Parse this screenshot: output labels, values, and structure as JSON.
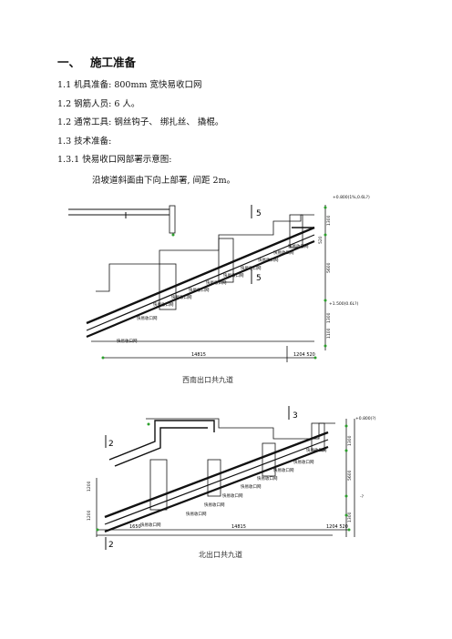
{
  "section": {
    "number": "一、",
    "title": "施工准备"
  },
  "lines": [
    "1.1  机具准备: 800mm 宽快易收口网",
    "1.2 钢筋人员: 6 人。",
    "1.2  通常工具:  钢丝钩子、  绑扎丝、  撬棍。",
    "1.3  技术准备:",
    "1.3.1 快易收口网部署示意图:",
    "沿坡道斜面由下向上部署,  间距 2m。"
  ],
  "figures": [
    {
      "caption": "西南出口共九道",
      "section_mark": "5",
      "dims": [
        "14815",
        "1204",
        "520",
        "1300",
        "5600",
        "1300",
        "1100"
      ],
      "elevations": [
        "+0.800(1%,0.6L?)",
        "+1.500(0.6L?)"
      ]
    },
    {
      "caption": "北出口共九道",
      "section_marks": [
        "3",
        "2",
        "2"
      ],
      "dims": [
        "1650",
        "14815",
        "1204",
        "520"
      ],
      "elevations": [
        "+0.800(?)"
      ]
    }
  ]
}
